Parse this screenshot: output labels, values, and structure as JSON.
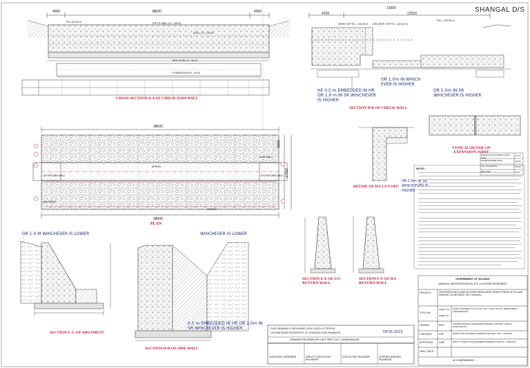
{
  "drawing": {
    "sheet_title": "SHANGAL D/S",
    "sections": {
      "aa": "CROSS SECTION A-A OF CHECK DAM WALL",
      "bb": "SECTION B-B OF CHECK WALL",
      "plan": "PLAN",
      "cc": "SECTION C-C OF ABUTMENT",
      "db": "SECTION D-D OF SIDE WALL",
      "dcut": "DETAIL OF D/S CUT OFF",
      "ee": "SECTION E-E OF U/S RETURN WALL",
      "ff": "SECTION F-F OF D/S RETURN WALL",
      "exp": "TYPICAL DETAIL OF EXPANSION JOINT"
    },
    "dims": {
      "aa_total": "38000",
      "aa_left": "4000",
      "aa_right": "4000",
      "bb_total": "21600",
      "bb_a": "4700",
      "bb_b": "17010",
      "plan_top": "38000",
      "plan_bottom": "38000",
      "plan_right": "9000",
      "plan_right2": "17010"
    },
    "handwritten": {
      "bb_note": "HE 0.5 m EMBEDDED IN HR OR 1.0 m IN SR WHICHEVER IS HIGHER",
      "bb_note2": "OR 1.0m IN WHICH EVER IS HIGHER",
      "bb_note3": "OR 1.0m IN SR WHICHEVER IS HIGHER",
      "cc_note": "OR 1.0 M WHICHEVER IS LOWER",
      "db_note": "WHICHEVER IS LOWER",
      "dd_note": "0.5 m EMBEDDED IN HR OR 1.0m IN SR WHICHEVER IS HIGHER",
      "cut_note": "OR 1.0m IN SR WHICH EVER IS HIGHER",
      "signature": "DP.05.2023"
    },
    "review_box": {
      "line1": "THIS DRAWING IS REVIEWED VIDE CDO'S LETTER NO",
      "line2": "CDO/NRT/DIS/PLR/2023/PCS OF SHANGAL/CHECKDAM/D/S",
      "line3": "DRAWING REVIEWED BY UNIT PERT CDO, GANDHINAGAR"
    },
    "signatures": [
      "ASSISTANT ENGINEER",
      "DEPUTY EXECUTIVE ENGINEER",
      "EXECUTIVE ENGINEER",
      "SUPERINTENDING ENGINEER"
    ],
    "title_block": {
      "gov": "GOVERNMENT OF GUJARAT",
      "dept": "NARMADA, WATER RESOURCES, W.S. & KALPSAR DEPARTMENT",
      "project_label": "PROJECT:-",
      "project": "PROPOSED CHECK DAM ON RIVER MAZUM NEAR DOWN STREAM OF VILLAGE SHANGAL TA: MEGHRAJ, DIST: ARAVALLI",
      "title_label": "TITLE No.",
      "sheet_label": "SHEET NO.",
      "sheet_no": "SHEET-02",
      "drawn_label": "DRAWN",
      "drawn_by": "RHS",
      "checked_label": "CHECKED",
      "checked_by": "CSP",
      "approved_label": "APPROVED",
      "approved_by": "CMP",
      "date_label": "DWG. DATE :-",
      "accompaniment": "ACCOMPANIMENT :-",
      "office1": "CHIEF ENGINEER (N.G.& AQS.) DIV. N.W.R. W.S.&K. DEPARTMENT GANDHINAGAR",
      "office2": "SUPERINTENDING ENGINEER NARMADA PROJECT CIRCLE - HIMATNAGAR",
      "office3": "EXECUTIVE ENGINEER NARMADA PROJECT DIV. - MODASA",
      "office4": "DEPUTY EXECUTIVE ENGINEER NARMADA SUB-DIV. - MODASA"
    },
    "notes_heading": "NOTE :-",
    "levels_table": [
      [
        "DESIGN FLOOD HIGHEST FLOOD LEVEL",
        "102.70"
      ],
      [
        "MAXIMUM WATER LEVEL",
        "102.40"
      ],
      [
        "H.F.L. AT DAM SITE",
        "100.00"
      ],
      [
        "BED LEVEL",
        "96.20"
      ]
    ],
    "aa_levels": [
      "RTL 102.50 m",
      "TOP OF WALL R.L. 100.00",
      "N.W.L. R.L. 100.00",
      "BED LEVEL R.L. 96.20",
      "FOUNDATION R.L. 94.00"
    ],
    "bb_levels": [
      "T.B.L. 102.50 m",
      "WEIR TOP R.L. 100.00 m",
      "D/S WEIR TOP R.L. 100.00 m"
    ],
    "plan_labels": [
      "U/S RETURN WALL",
      "D/S RETURN WALL",
      "ABUTMENT",
      "APRON",
      "SIDE WALL",
      "CUTOFF"
    ]
  }
}
